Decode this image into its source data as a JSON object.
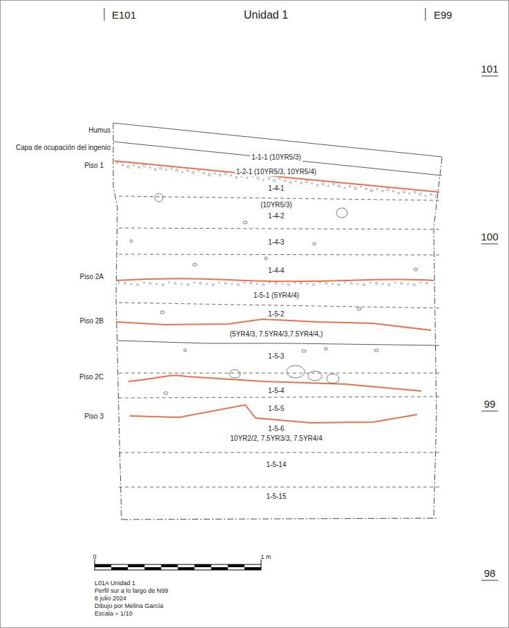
{
  "diagram": {
    "title": "Unidad 1",
    "labels": [
      "E101",
      "E99",
      "101",
      "Humus",
      "Capa de ocupación del ingenio",
      "1-1-1 (10YR5/3)",
      "Piso 1",
      "1-2-1 (10YR5/3, 10YR5/4)",
      "1-4-1",
      "(10YR5/3)",
      "1-4-2",
      "1-4-3",
      "100",
      "Piso 2A",
      "1-4-4",
      "1-5-1 (5YR4/4)",
      "Piso 2B",
      "1-5-2",
      "(5YR4/3, 7.5YR4/3,7.5YR4/4,)",
      "1-5-3",
      "Piso 2C",
      "1-5-4",
      "99",
      "Piso 3",
      "1-5-5",
      "1-5-6",
      "10YR2/2, 7.5YR3/3, 7.5YR4/4",
      "1-5-14",
      "1-5-15",
      "0",
      "1 m",
      "98",
      "L01A Unidad 1",
      "Perfil sur a lo largo de N99",
      "8 julio 2024",
      "Dibujo por Melina García",
      "Escala = 1/10"
    ]
  }
}
